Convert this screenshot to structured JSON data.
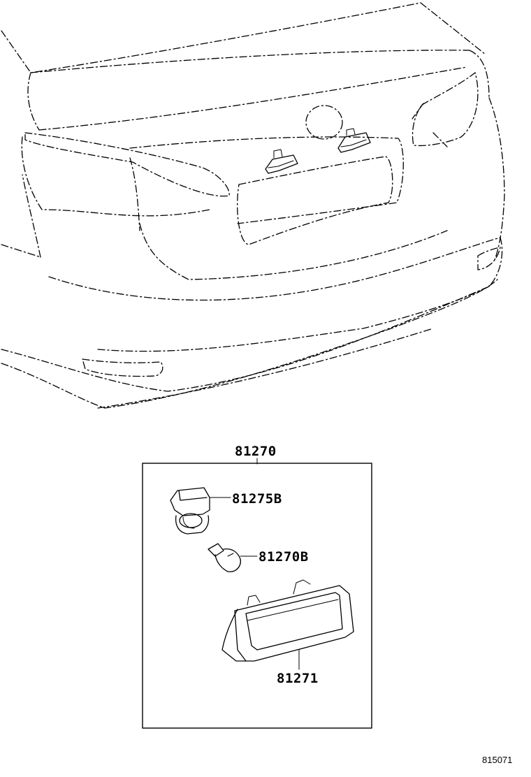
{
  "diagram": {
    "assembly_label": "81270",
    "parts": [
      {
        "number": "81275B"
      },
      {
        "number": "81270B"
      },
      {
        "number": "81271"
      }
    ],
    "figure_code": "815071"
  }
}
